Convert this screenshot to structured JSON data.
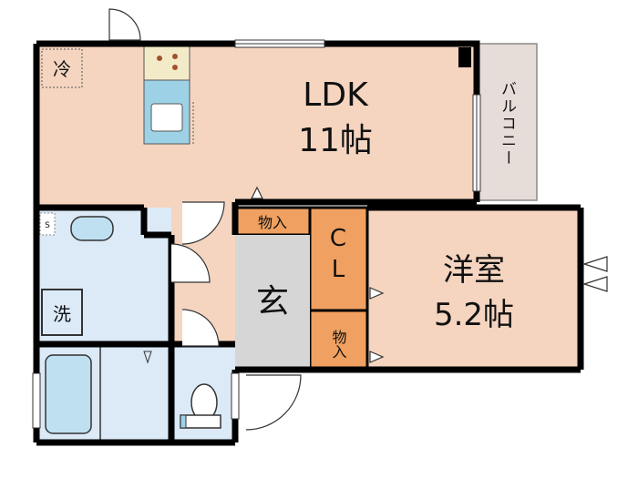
{
  "rooms": {
    "ldk": {
      "name": "LDK",
      "size": "11帖"
    },
    "western": {
      "name": "洋室",
      "size": "5.2帖"
    },
    "genkan": {
      "name": "玄"
    },
    "closet": {
      "name_line1": "C",
      "name_line2": "L"
    },
    "storage_top": {
      "name": "物入"
    },
    "storage_side": {
      "name": "物入"
    },
    "balcony": {
      "name": "バルコニー"
    },
    "fridge": {
      "name": "冷"
    },
    "laundry": {
      "name": "洗"
    },
    "shoe_box": {
      "name": "S"
    }
  },
  "colors": {
    "ldk_floor": "#F5D5C0",
    "western_floor": "#F5D5C0",
    "bath_floor": "#DCEAF7",
    "storage": "#F0A060",
    "genkan": "#D6D6D6",
    "balcony": "#E6DDD8",
    "wall": "#000000",
    "kitchen": "#9DD2E6"
  }
}
